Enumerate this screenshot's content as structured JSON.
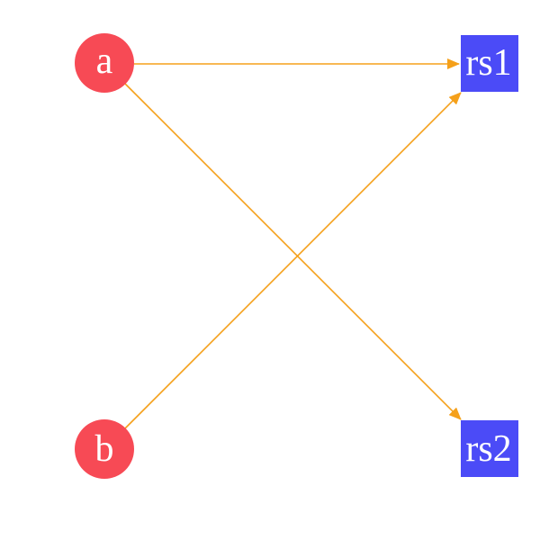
{
  "diagram": {
    "nodes": [
      {
        "id": "a",
        "label": "a",
        "shape": "circle",
        "color": "#f74a55"
      },
      {
        "id": "b",
        "label": "b",
        "shape": "circle",
        "color": "#f74a55"
      },
      {
        "id": "rs1",
        "label": "rs1",
        "shape": "square",
        "color": "#4b4bf7"
      },
      {
        "id": "rs2",
        "label": "rs2",
        "shape": "square",
        "color": "#4b4bf7"
      }
    ],
    "edges": [
      {
        "from": "a",
        "to": "rs1"
      },
      {
        "from": "a",
        "to": "rs2"
      },
      {
        "from": "b",
        "to": "rs1"
      }
    ],
    "edge_color": "#f5a01a"
  }
}
